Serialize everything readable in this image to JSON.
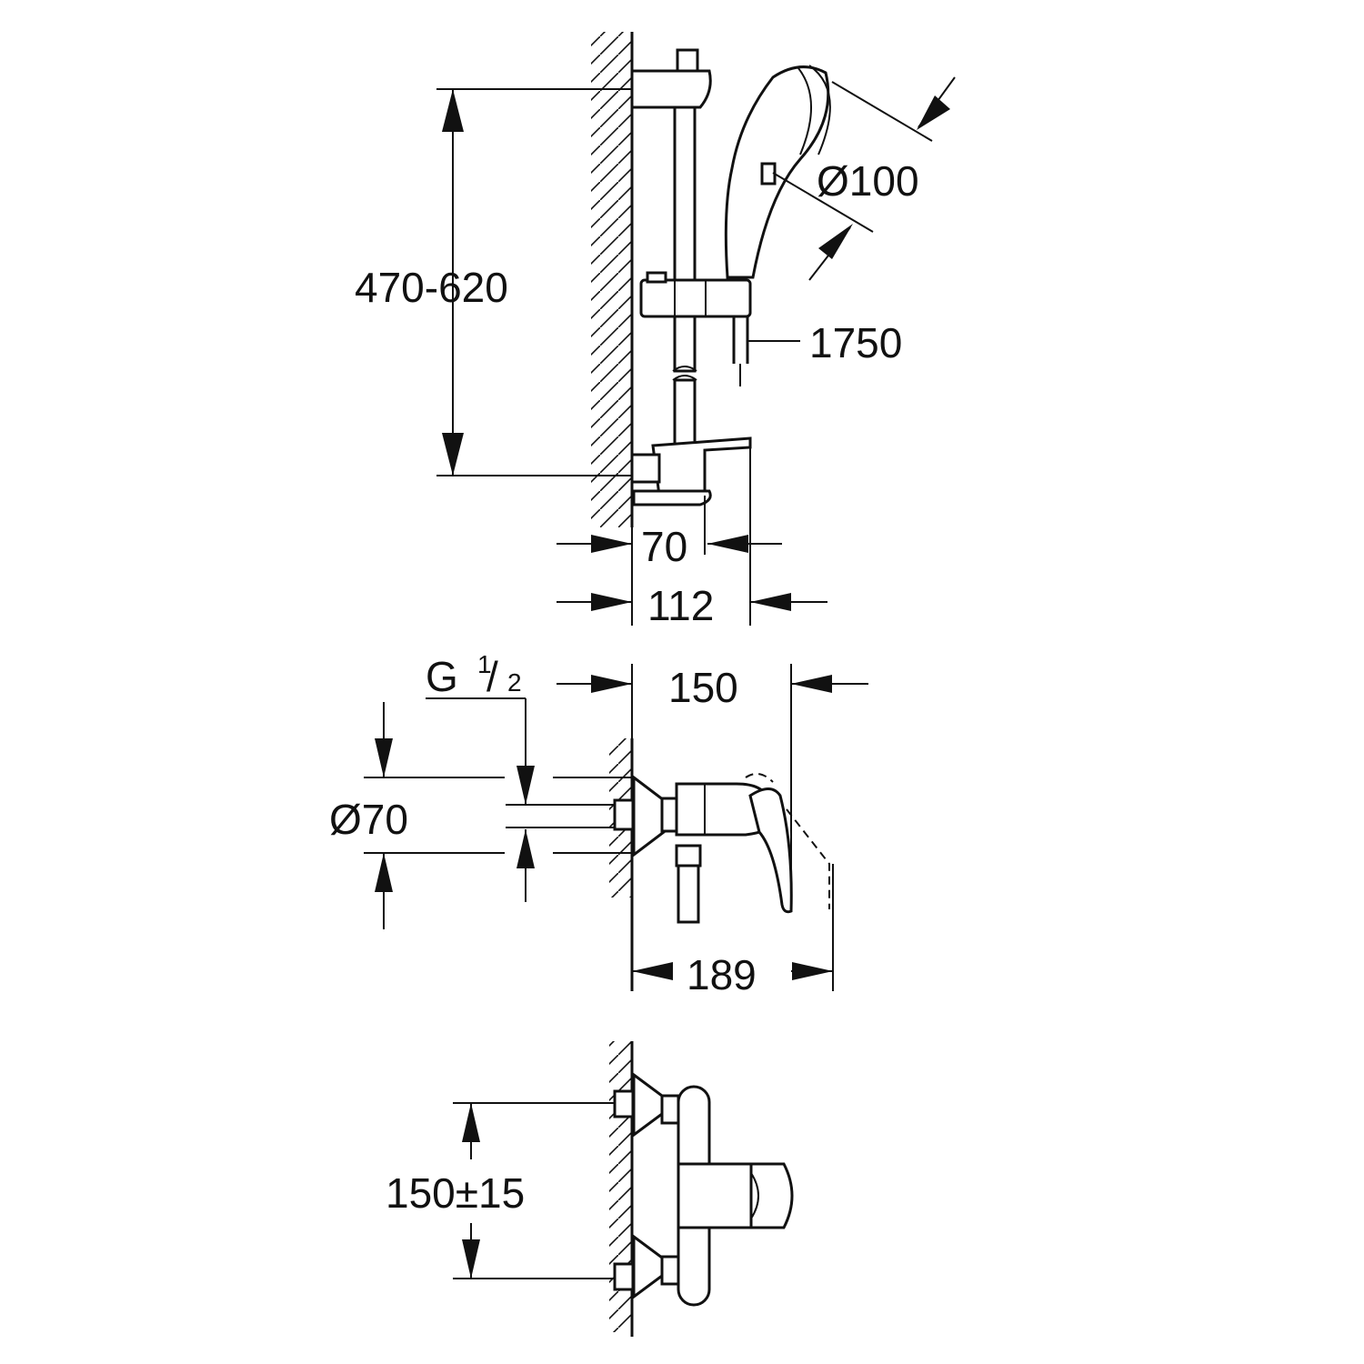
{
  "dimensions": {
    "rail_height": "470-620",
    "shower_head_diameter": "Ø100",
    "hose_length": "1750",
    "rail_depth_inner": "70",
    "rail_depth_outer": "112",
    "thread_label": "G",
    "thread_fraction_num": "1",
    "thread_fraction_den": "2",
    "mixer_depth": "150",
    "rosette_diameter": "Ø70",
    "mixer_total_depth": "189",
    "inlet_spacing": "150±15"
  }
}
